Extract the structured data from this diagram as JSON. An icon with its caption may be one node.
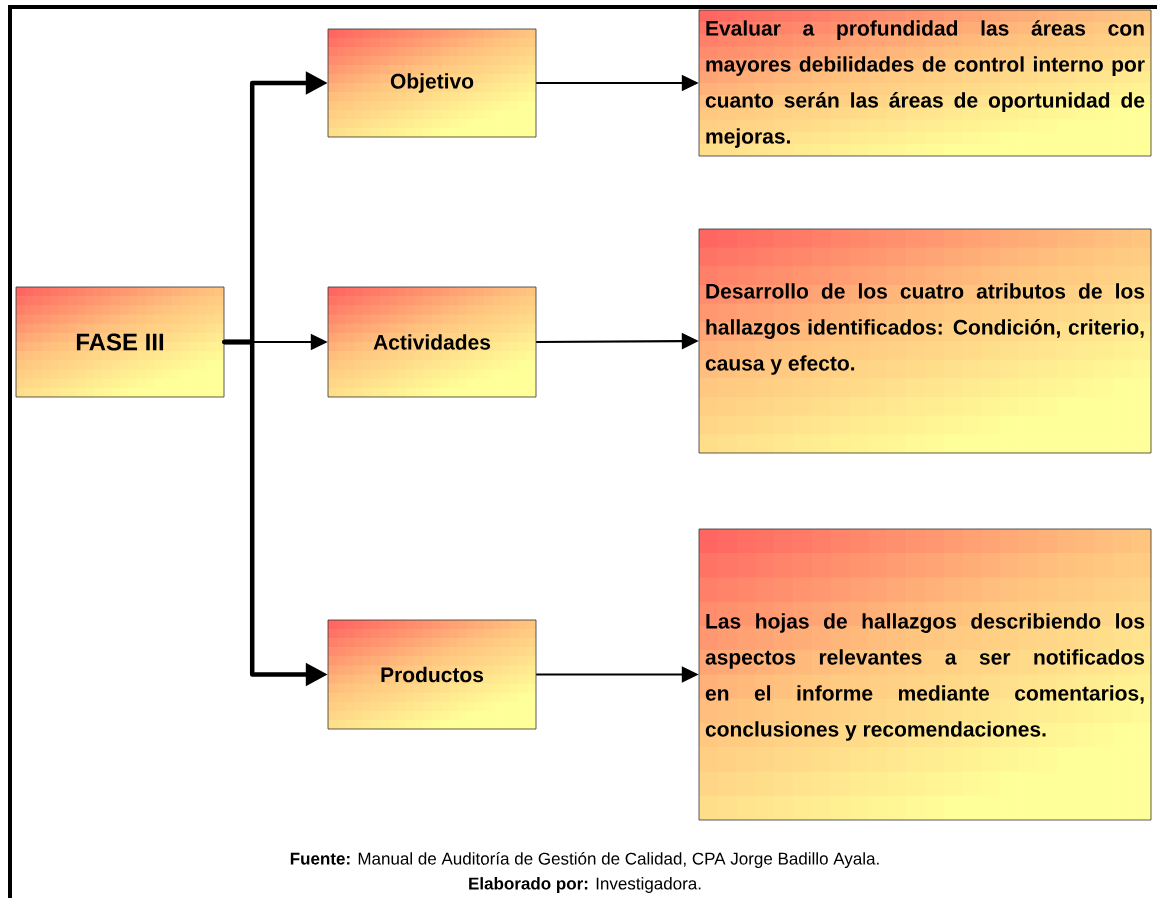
{
  "diagram": {
    "nodes": [
      {
        "text": [
          "FASE III"
        ]
      },
      {
        "text": [
          "Objetivo"
        ]
      },
      {
        "text": [
          "Actividades"
        ]
      },
      {
        "text": [
          "Productos"
        ]
      },
      {
        "text": [
          "Evaluar a profundidad las áreas con mayores debilidades de control interno por cuanto serán las áreas de oportunidad de mejoras."
        ]
      },
      {
        "text": [
          "Desarrollo de los cuatro atributos de los hallazgos identificados: Condición, criterio, causa y efecto."
        ]
      },
      {
        "text": [
          "Las hojas de hallazgos describiendo los aspectos relevantes a ser notificados en el informe mediante comentarios, conclusiones y recomendaciones."
        ]
      }
    ],
    "edges": [
      {
        "from": 0,
        "to": 1,
        "arrow": "to",
        "style": "thick"
      },
      {
        "from": 0,
        "to": 2,
        "arrow": "to"
      },
      {
        "from": 0,
        "to": 3,
        "arrow": "to",
        "style": "thick"
      },
      {
        "from": 1,
        "to": 4,
        "arrow": "to"
      },
      {
        "from": 2,
        "to": 5,
        "arrow": "to"
      },
      {
        "from": 3,
        "to": 6,
        "arrow": "to"
      }
    ],
    "labels": [
      "**Fuente:** Manual de Auditoría de Gestión de Calidad, CPA Jorge Badillo Ayala.",
      "**Elaborado por:** Investigadora."
    ]
  }
}
